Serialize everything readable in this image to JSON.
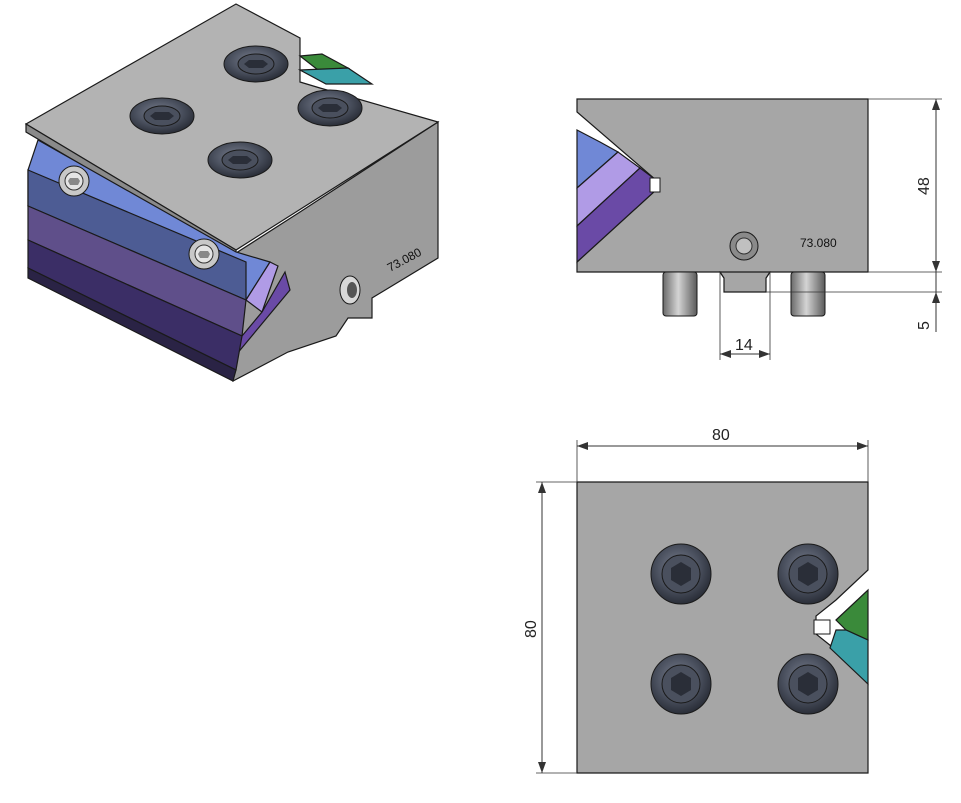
{
  "part_marking": "73.080",
  "dimensions": {
    "side_height": "48",
    "side_offset": "5",
    "pin_spacing": "14",
    "top_width": "80",
    "top_depth": "80"
  },
  "colors": {
    "body": "#a4a4a4",
    "body_dark": "#8f8f8f",
    "body_light": "#b5b5b5",
    "blade_blue": "#7088d6",
    "blade_lavender": "#b09be6",
    "blade_purple": "#6a4aa6",
    "blade_green": "#3a8a3a",
    "blade_teal": "#3aa0a8",
    "screw": "#3e4452"
  }
}
